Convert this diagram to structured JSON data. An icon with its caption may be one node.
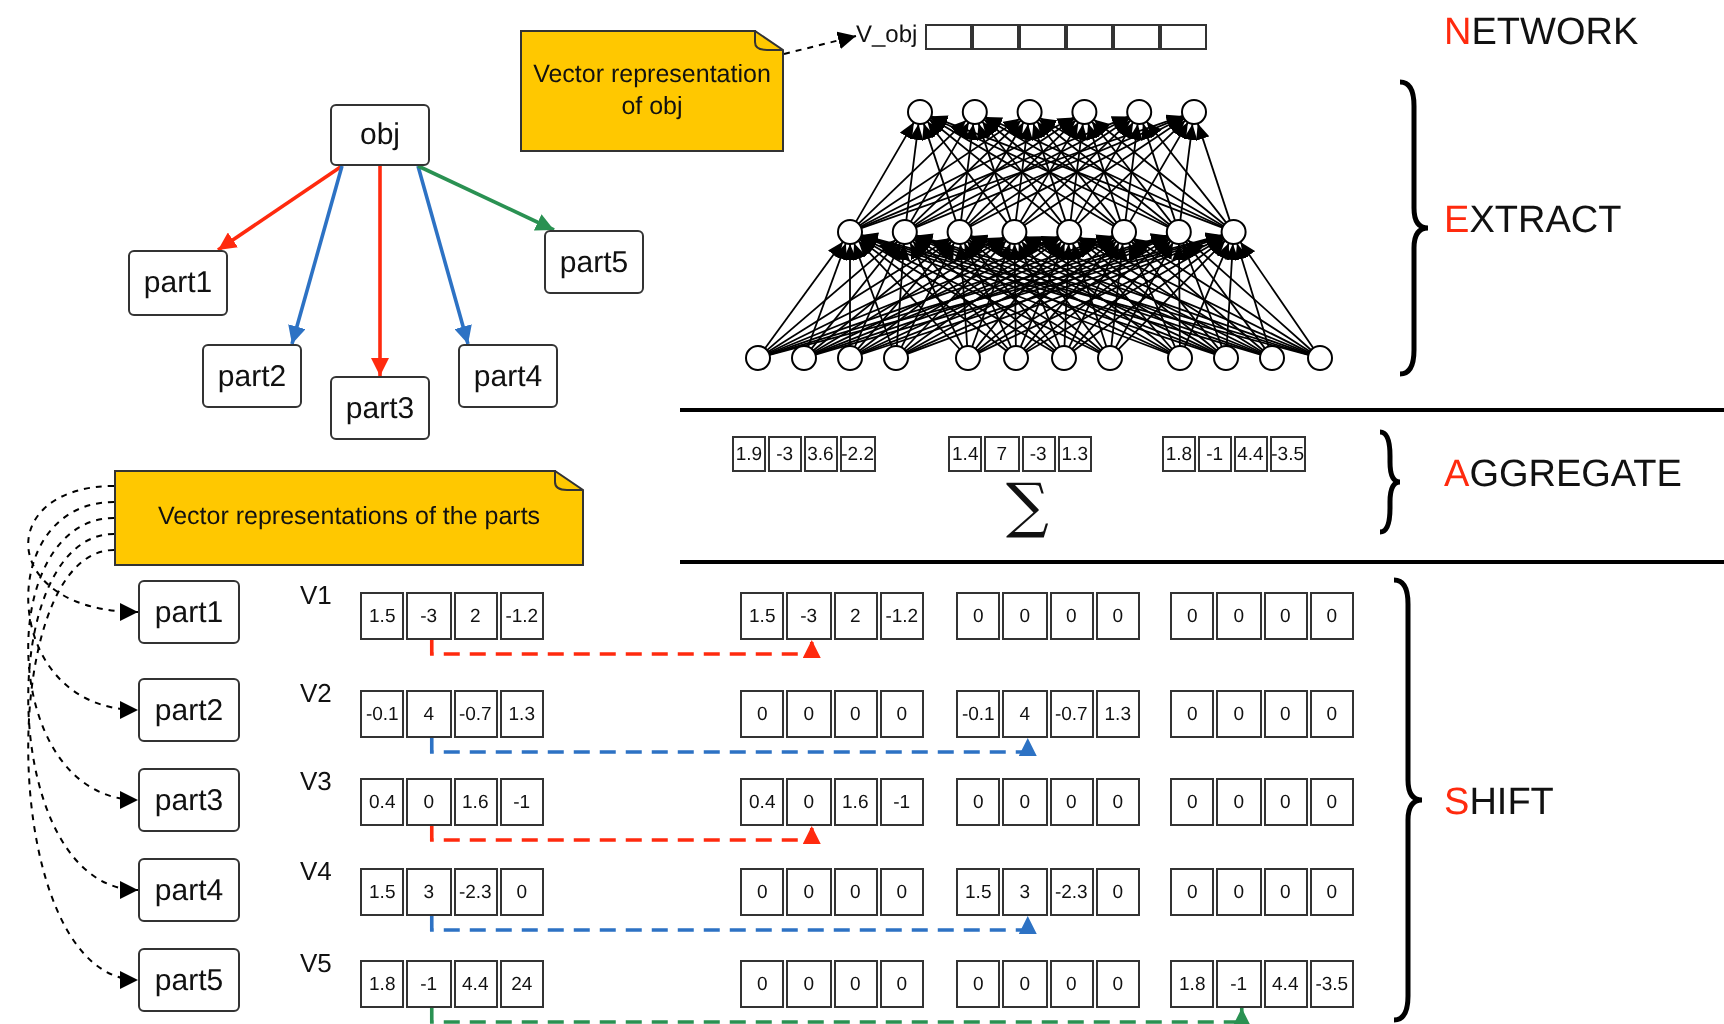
{
  "diagram": {
    "nodes": [
      {
        "text": [
          "obj"
        ]
      },
      {
        "text": [
          "part1"
        ]
      },
      {
        "text": [
          "part2"
        ]
      },
      {
        "text": [
          "part3"
        ]
      },
      {
        "text": [
          "part4"
        ]
      },
      {
        "text": [
          "part5"
        ]
      },
      {
        "text": [
          "Vector representation of obj"
        ]
      },
      {
        "text": [
          "V_obj"
        ]
      },
      {
        "text": [
          "Vector representations of the parts"
        ]
      },
      {
        "text": [
          "part1"
        ]
      },
      {
        "text": [
          "part2"
        ]
      },
      {
        "text": [
          "part3"
        ]
      },
      {
        "text": [
          "part4"
        ]
      },
      {
        "text": [
          "part5"
        ]
      },
      {
        "text": [
          "1.5",
          "-3",
          "2",
          "-1.2"
        ],
        "beside": [
          "V1"
        ]
      },
      {
        "text": [
          "1.5",
          "-3",
          "2",
          "-1.2"
        ]
      },
      {
        "text": [
          "0",
          "0",
          "0",
          "0"
        ]
      },
      {
        "text": [
          "0",
          "0",
          "0",
          "0"
        ]
      },
      {
        "text": [
          "-0.1",
          "4",
          "-0.7",
          "1.3"
        ],
        "beside": [
          "V2"
        ]
      },
      {
        "text": [
          "0",
          "0",
          "0",
          "0"
        ]
      },
      {
        "text": [
          "-0.1",
          "4",
          "-0.7",
          "1.3"
        ]
      },
      {
        "text": [
          "0",
          "0",
          "0",
          "0"
        ]
      },
      {
        "text": [
          "0.4",
          "0",
          "1.6",
          "-1"
        ],
        "beside": [
          "V3"
        ]
      },
      {
        "text": [
          "0.4",
          "0",
          "1.6",
          "-1"
        ]
      },
      {
        "text": [
          "0",
          "0",
          "0",
          "0"
        ]
      },
      {
        "text": [
          "0",
          "0",
          "0",
          "0"
        ]
      },
      {
        "text": [
          "1.5",
          "3",
          "-2.3",
          "0"
        ],
        "beside": [
          "V4"
        ]
      },
      {
        "text": [
          "0",
          "0",
          "0",
          "0"
        ]
      },
      {
        "text": [
          "1.5",
          "3",
          "-2.3",
          "0"
        ]
      },
      {
        "text": [
          "0",
          "0",
          "0",
          "0"
        ]
      },
      {
        "text": [
          "1.8",
          "-1",
          "4.4",
          "24"
        ],
        "beside": [
          "V5"
        ]
      },
      {
        "text": [
          "0",
          "0",
          "0",
          "0"
        ]
      },
      {
        "text": [
          "0",
          "0",
          "0",
          "0"
        ]
      },
      {
        "text": [
          "1.8",
          "-1",
          "4.4",
          "-3.5"
        ]
      },
      {
        "text": [
          "1.9",
          "-3",
          "3.6",
          "-2.2"
        ]
      },
      {
        "text": [
          "1.4",
          "7",
          "-3",
          "1.3"
        ]
      },
      {
        "text": [
          "1.8",
          "-1",
          "4.4",
          "-3.5"
        ]
      }
    ],
    "edges": [
      {
        "from": 0,
        "to": 1,
        "arrow": "to",
        "color": "#ff2a0e"
      },
      {
        "from": 0,
        "to": 2,
        "arrow": "to",
        "color": "#2d72c4"
      },
      {
        "from": 0,
        "to": 3,
        "arrow": "to",
        "color": "#ff2a0e"
      },
      {
        "from": 0,
        "to": 4,
        "arrow": "to",
        "color": "#2d72c4"
      },
      {
        "from": 0,
        "to": 5,
        "arrow": "to",
        "color": "#2a9152"
      },
      {
        "from": 6,
        "to": 7,
        "arrow": "to",
        "style": "dashed"
      },
      {
        "from": 8,
        "to": 9,
        "arrow": "to",
        "style": "dashed"
      },
      {
        "from": 8,
        "to": 10,
        "arrow": "to",
        "style": "dashed"
      },
      {
        "from": 8,
        "to": 11,
        "arrow": "to",
        "style": "dashed"
      },
      {
        "from": 8,
        "to": 12,
        "arrow": "to",
        "style": "dashed"
      },
      {
        "from": 8,
        "to": 13,
        "arrow": "to",
        "style": "dashed"
      },
      {
        "from": 14,
        "to": 15,
        "arrow": "to",
        "style": "dashed",
        "color": "#ff2a0e"
      },
      {
        "from": 18,
        "to": 20,
        "arrow": "to",
        "style": "dashed",
        "color": "#2d72c4"
      },
      {
        "from": 22,
        "to": 23,
        "arrow": "to",
        "style": "dashed",
        "color": "#ff2a0e"
      },
      {
        "from": 26,
        "to": 28,
        "arrow": "to",
        "style": "dashed",
        "color": "#2d72c4"
      },
      {
        "from": 30,
        "to": 33,
        "arrow": "to",
        "style": "dashed",
        "color": "#2a9152"
      }
    ],
    "labels": [
      "NETWORK",
      "EXTRACT",
      "∑",
      "AGGREGATE",
      "SHIFT"
    ]
  }
}
